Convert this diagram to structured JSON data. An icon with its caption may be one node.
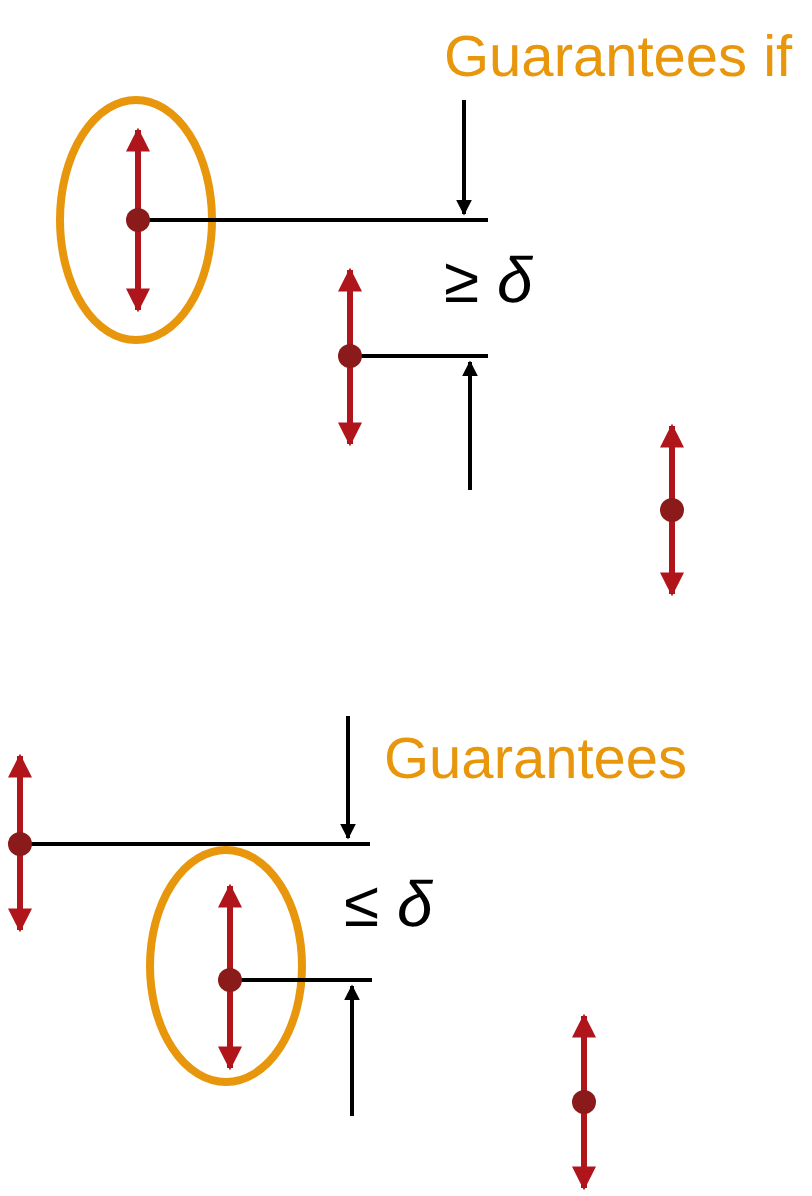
{
  "diagram": {
    "labels": [
      "Guarantees if",
      "≥ *δ*",
      "Guarantees",
      "≤ *δ*"
    ]
  }
}
